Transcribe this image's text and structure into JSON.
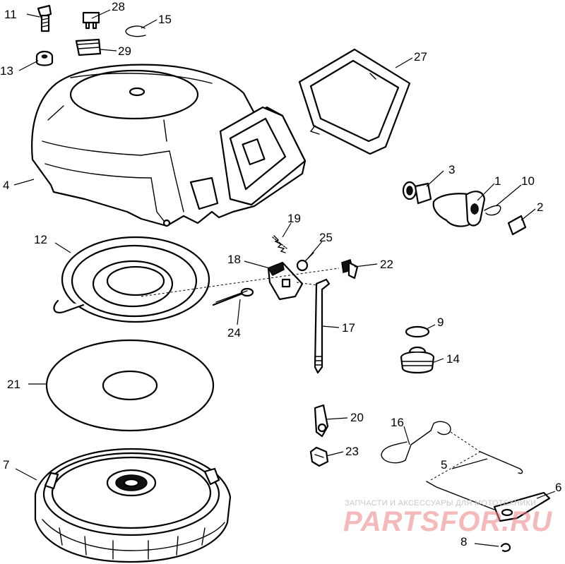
{
  "diagram": {
    "labels": [
      {
        "id": "11",
        "text": "11"
      },
      {
        "id": "28",
        "text": "28"
      },
      {
        "id": "15",
        "text": "15"
      },
      {
        "id": "29",
        "text": "29"
      },
      {
        "id": "13",
        "text": "13"
      },
      {
        "id": "27",
        "text": "27"
      },
      {
        "id": "4",
        "text": "4"
      },
      {
        "id": "3",
        "text": "3"
      },
      {
        "id": "1",
        "text": "1"
      },
      {
        "id": "10",
        "text": "10"
      },
      {
        "id": "2",
        "text": "2"
      },
      {
        "id": "19",
        "text": "19"
      },
      {
        "id": "12",
        "text": "12"
      },
      {
        "id": "25",
        "text": "25"
      },
      {
        "id": "18",
        "text": "18"
      },
      {
        "id": "22",
        "text": "22"
      },
      {
        "id": "24",
        "text": "24"
      },
      {
        "id": "17",
        "text": "17"
      },
      {
        "id": "9",
        "text": "9"
      },
      {
        "id": "14",
        "text": "14"
      },
      {
        "id": "21",
        "text": "21"
      },
      {
        "id": "20",
        "text": "20"
      },
      {
        "id": "16",
        "text": "16"
      },
      {
        "id": "23",
        "text": "23"
      },
      {
        "id": "5",
        "text": "5"
      },
      {
        "id": "7",
        "text": "7"
      },
      {
        "id": "6",
        "text": "6"
      },
      {
        "id": "8",
        "text": "8"
      }
    ]
  },
  "watermark": {
    "tagline": "ЗАПЧАСТИ И АКСЕССУАРЫ ДЛЯ МОТОТЕХНИКИ",
    "logo": "PARTSFOR.RU",
    "color": "#f08080"
  }
}
